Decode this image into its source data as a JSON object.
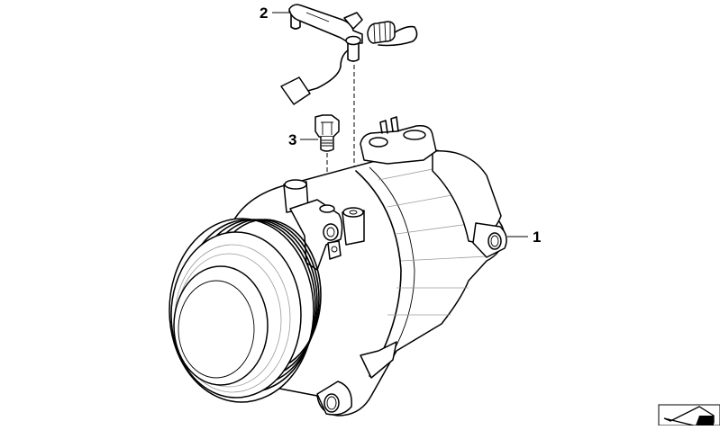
{
  "diagram": {
    "type": "exploded-parts-diagram",
    "subject": "A/C compressor assembly",
    "callouts": [
      {
        "number": "1",
        "part": "compressor"
      },
      {
        "number": "2",
        "part": "sensor-with-cable"
      },
      {
        "number": "3",
        "part": "screw"
      }
    ],
    "nav_icon": "next-page-arrow-icon",
    "colors": {
      "line": "#000000",
      "background": "#ffffff",
      "faint_line": "#9a9a9a"
    }
  }
}
